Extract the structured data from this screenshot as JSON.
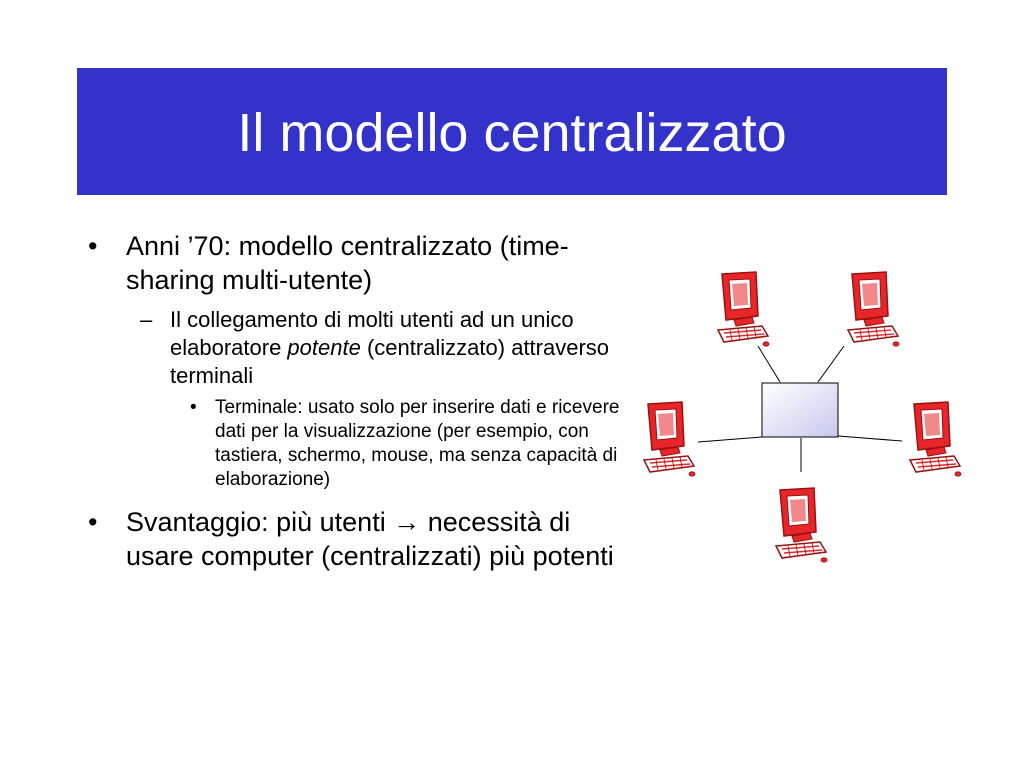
{
  "slide": {
    "title": "Il modello centralizzato",
    "bullets": {
      "b1_text": "Anni ’70: modello centralizzato (time-sharing multi-utente)",
      "b1_sub_pre": "Il collegamento di molti utenti ad un unico elaboratore ",
      "b1_sub_em": "potente",
      "b1_sub_post": " (centralizzato) attraverso terminali",
      "b1_sub_sub": "Terminale: usato solo per inserire dati e ricevere dati per la visualizzazione (per esempio, con tastiera, schermo, mouse, ma senza capacità di elaborazione)",
      "b2_pre": "Svantaggio: più utenti ",
      "b2_arrow": "→",
      "b2_post": " necessità di usare computer (centralizzati) più potenti",
      "bullet_l1": "•",
      "bullet_l2": "–",
      "bullet_l3": "•"
    }
  },
  "diagram": {
    "terminal_icon": "computer-icon",
    "server_icon": "server-box-icon",
    "terminal_count": 5,
    "colors": {
      "terminal": "#e8262a",
      "terminal_dark": "#9a1010",
      "server_fill": "#dcdcf5",
      "title_bar": "#3333cc"
    }
  }
}
